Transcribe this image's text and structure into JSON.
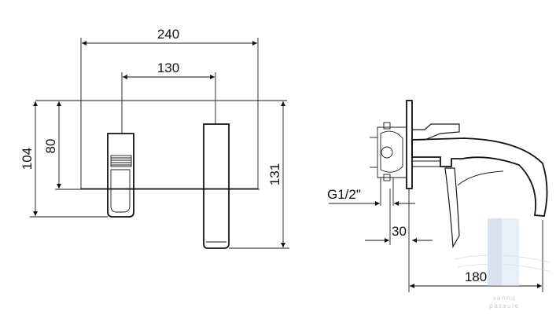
{
  "dimensions": {
    "width_240": "240",
    "width_130": "130",
    "height_104": "104",
    "height_80": "80",
    "height_131": "131",
    "thread": "G1/2\"",
    "depth_30": "30",
    "spout_180": "180"
  },
  "watermark": {
    "line1": "vannu",
    "line2": "pasaule"
  }
}
